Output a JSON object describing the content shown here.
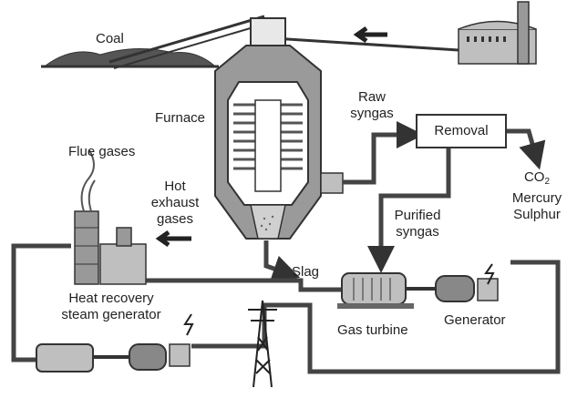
{
  "labels": {
    "coal": "Coal",
    "furnace": "Furnace",
    "raw_syngas": [
      "Raw",
      "syngas"
    ],
    "removal": "Removal",
    "co2_prefix": "CO",
    "co2_sub": "2",
    "mercury": "Mercury",
    "sulphur": "Sulphur",
    "flue_gases": "Flue gases",
    "hot_exhaust": [
      "Hot",
      "exhaust",
      "gases"
    ],
    "purified_syngas": [
      "Purified",
      "syngas"
    ],
    "slag": "Slag",
    "heat_recovery": [
      "Heat recovery",
      "steam generator"
    ],
    "gas_turbine": "Gas turbine",
    "generator": "Generator"
  },
  "icons": [
    "coal-pile",
    "conveyor",
    "power-plant",
    "furnace",
    "heat-recovery-plant",
    "gas-turbine",
    "generator",
    "steam-turbine",
    "pylon",
    "lightning-icon",
    "arrow-icon"
  ],
  "colors": {
    "line": "#333333",
    "fill": "#bfbfbf",
    "dark": "#555555"
  }
}
